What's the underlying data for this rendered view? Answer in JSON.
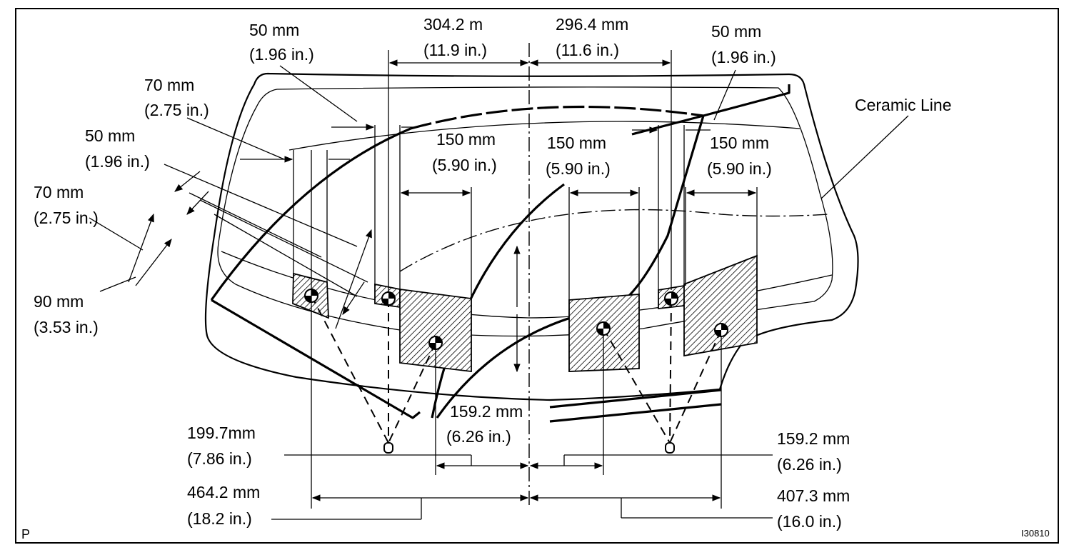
{
  "labels": {
    "top_left_50_mm": "50 mm",
    "top_left_50_in": "(1.96 in.)",
    "left_70_mm": "70 mm",
    "left_70_in": "(2.75 in.)",
    "left_50_mm": "50 mm",
    "left_50_in": "(1.96 in.)",
    "left2_70_mm": "70 mm",
    "left2_70_in": "(2.75 in.)",
    "left_90_mm": "90 mm",
    "left_90_in": "(3.53 in.)",
    "top_304_mm": "304.2 m",
    "top_304_in": "(11.9 in.)",
    "top_296_mm": "296.4 mm",
    "top_296_in": "(11.6 in.)",
    "top_right_50_mm": "50 mm",
    "top_right_50_in": "(1.96 in.)",
    "ceramic_line": "Ceramic Line",
    "mid_150a_mm": "150 mm",
    "mid_150a_in": "(5.90 in.)",
    "mid_150b_mm": "150 mm",
    "mid_150b_in": "(5.90 in.)",
    "mid_150c_mm": "150 mm",
    "mid_150c_in": "(5.90 in.)",
    "center_159_mm": "159.2 mm",
    "center_159_in": "(6.26 in.)",
    "bottom_199_mm": "199.7mm",
    "bottom_199_in": "(7.86 in.)",
    "bottom_464_mm": "464.2 mm",
    "bottom_464_in": "(18.2 in.)",
    "right_159_mm": "159.2 mm",
    "right_159_in": "(6.26 in.)",
    "right_407_mm": "407.3 mm",
    "right_407_in": "(16.0 in.)",
    "corner_p": "P",
    "figure_code": "I30810"
  }
}
